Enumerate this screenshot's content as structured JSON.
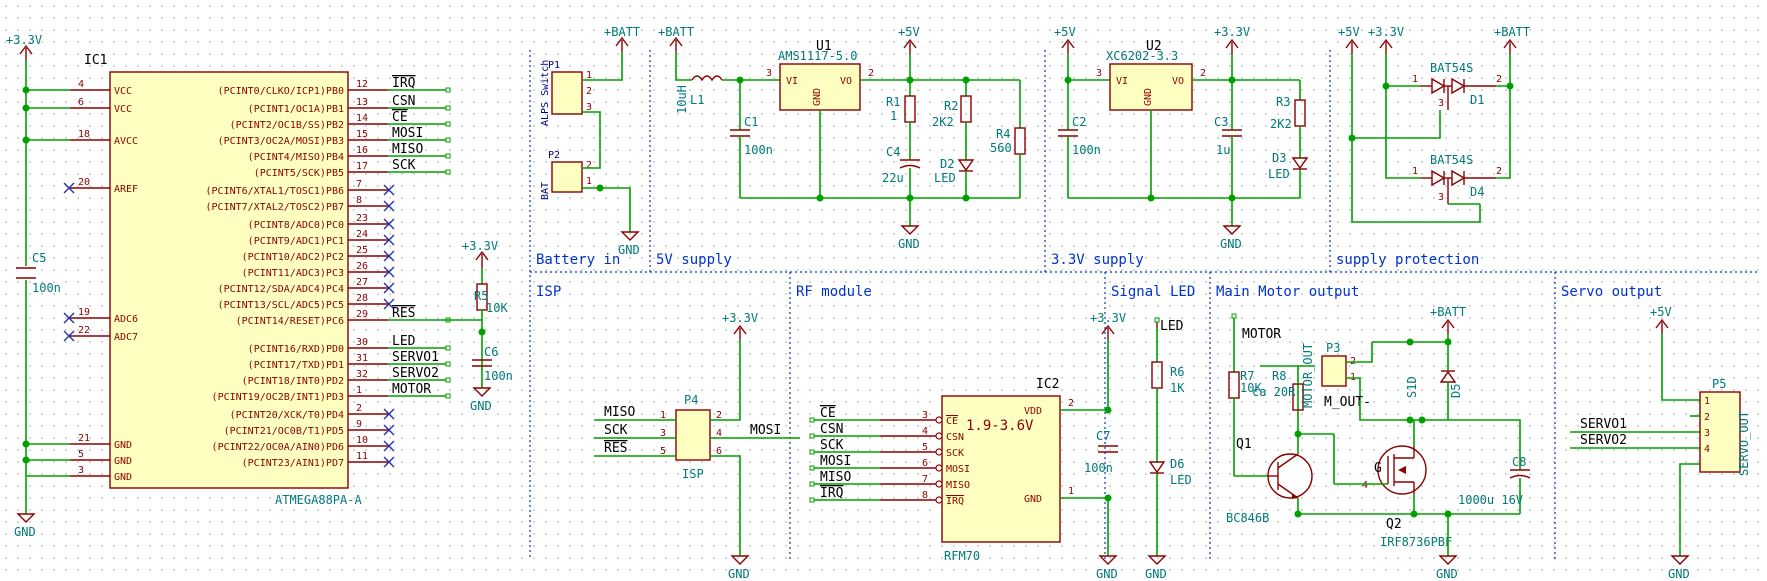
{
  "sections": [
    {
      "label": "Battery in"
    },
    {
      "label": "5V supply"
    },
    {
      "label": "3.3V supply"
    },
    {
      "label": "supply protection"
    },
    {
      "label": "ISP"
    },
    {
      "label": "RF module"
    },
    {
      "label": "Signal LED"
    },
    {
      "label": "Main Motor output"
    },
    {
      "label": "Servo output"
    }
  ],
  "power": {
    "v33": "+3.3V",
    "v5": "+5V",
    "batt": "+BATT",
    "gnd": "GND"
  },
  "ic1": {
    "ref": "IC1",
    "part": "ATMEGA88PA-A",
    "left_pins": [
      {
        "num": "4",
        "name": "VCC"
      },
      {
        "num": "6",
        "name": "VCC"
      },
      {
        "num": "18",
        "name": "AVCC"
      },
      {
        "num": "20",
        "name": "AREF"
      },
      {
        "num": "19",
        "name": "ADC6"
      },
      {
        "num": "22",
        "name": "ADC7"
      },
      {
        "num": "21",
        "name": "GND"
      },
      {
        "num": "5",
        "name": "GND"
      },
      {
        "num": "3",
        "name": "GND"
      }
    ],
    "right_pins": [
      {
        "num": "12",
        "name": "(PCINT0/CLKO/ICP1)PB0",
        "net": "IRQ"
      },
      {
        "num": "13",
        "name": "(PCINT1/OC1A)PB1",
        "net": "CSN"
      },
      {
        "num": "14",
        "name": "(PCINT2/OC1B/SS)PB2",
        "net": "CE"
      },
      {
        "num": "15",
        "name": "(PCINT3/OC2A/MOSI)PB3",
        "net": "MOSI"
      },
      {
        "num": "16",
        "name": "(PCINT4/MISO)PB4",
        "net": "MISO"
      },
      {
        "num": "17",
        "name": "(PCINT5/SCK)PB5",
        "net": "SCK"
      },
      {
        "num": "7",
        "name": "(PCINT6/XTAL1/TOSC1)PB6",
        "net": ""
      },
      {
        "num": "8",
        "name": "(PCINT7/XTAL2/TOSC2)PB7",
        "net": ""
      },
      {
        "num": "23",
        "name": "(PCINT8/ADC0)PC0",
        "net": ""
      },
      {
        "num": "24",
        "name": "(PCINT9/ADC1)PC1",
        "net": ""
      },
      {
        "num": "25",
        "name": "(PCINT10/ADC2)PC2",
        "net": ""
      },
      {
        "num": "26",
        "name": "(PCINT11/ADC3)PC3",
        "net": ""
      },
      {
        "num": "27",
        "name": "(PCINT12/SDA/ADC4)PC4",
        "net": ""
      },
      {
        "num": "28",
        "name": "(PCINT13/SCL/ADC5)PC5",
        "net": ""
      },
      {
        "num": "29",
        "name": "(PCINT14/RESET)PC6",
        "net": "RES"
      },
      {
        "num": "30",
        "name": "(PCINT16/RXD)PD0",
        "net": "LED"
      },
      {
        "num": "31",
        "name": "(PCINT17/TXD)PD1",
        "net": "SERVO1"
      },
      {
        "num": "32",
        "name": "(PCINT18/INT0)PD2",
        "net": "SERVO2"
      },
      {
        "num": "1",
        "name": "(PCINT19/OC2B/INT1)PD3",
        "net": "MOTOR"
      },
      {
        "num": "2",
        "name": "(PCINT20/XCK/T0)PD4",
        "net": ""
      },
      {
        "num": "9",
        "name": "(PCINT21/OC0B/T1)PD5",
        "net": ""
      },
      {
        "num": "10",
        "name": "(PCINT22/OC0A/AIN0)PD6",
        "net": ""
      },
      {
        "num": "11",
        "name": "(PCINT23/AIN1)PD7",
        "net": ""
      }
    ]
  },
  "parts": {
    "c5": {
      "ref": "C5",
      "val": "100n"
    },
    "r5": {
      "ref": "R5",
      "val": "10K"
    },
    "c6": {
      "ref": "C6",
      "val": "100n"
    },
    "p1": {
      "ref": "P1",
      "val": "ALPS Switch"
    },
    "p2": {
      "ref": "P2",
      "val": "BAT"
    },
    "u1": {
      "ref": "U1",
      "val": "AMS1117-5.0",
      "vi": "VI",
      "vo": "VO",
      "gnd": "GND"
    },
    "l1": {
      "ref": "L1",
      "val": "10uH"
    },
    "c1": {
      "ref": "C1",
      "val": "100n"
    },
    "r1": {
      "ref": "R1",
      "val": "1"
    },
    "c4": {
      "ref": "C4",
      "val": "22u"
    },
    "r2": {
      "ref": "R2",
      "val": "2K2"
    },
    "d2": {
      "ref": "D2",
      "val": "LED"
    },
    "r4": {
      "ref": "R4",
      "val": "560"
    },
    "u2": {
      "ref": "U2",
      "val": "XC6202-3.3",
      "vi": "VI",
      "vo": "VO",
      "gnd": "GND"
    },
    "c2": {
      "ref": "C2",
      "val": "100n"
    },
    "c3": {
      "ref": "C3",
      "val": "1u"
    },
    "r3": {
      "ref": "R3",
      "val": "2K2"
    },
    "d3": {
      "ref": "D3",
      "val": "LED"
    },
    "d1": {
      "ref": "D1",
      "val": "BAT54S"
    },
    "d4": {
      "ref": "D4",
      "val": "BAT54S"
    },
    "p4": {
      "ref": "P4",
      "val": "ISP"
    },
    "ic2": {
      "ref": "IC2",
      "val": "RFM70",
      "range": "1.9-3.6V",
      "vdd": "VDD",
      "gnd": "GND",
      "pins": [
        {
          "num": "3",
          "name": "CE"
        },
        {
          "num": "4",
          "name": "CSN"
        },
        {
          "num": "5",
          "name": "SCK"
        },
        {
          "num": "6",
          "name": "MOSI"
        },
        {
          "num": "7",
          "name": "MISO"
        },
        {
          "num": "8",
          "name": "IRQ"
        }
      ]
    },
    "c7": {
      "ref": "C7",
      "val": "100n"
    },
    "r6": {
      "ref": "R6",
      "val": "1K"
    },
    "d6": {
      "ref": "D6",
      "val": "LED"
    },
    "r7": {
      "ref": "R7",
      "val": "10K"
    },
    "r8": {
      "ref": "R8",
      "val": "ca 20R"
    },
    "p3": {
      "ref": "P3",
      "val": "MOTOR_OUT"
    },
    "d5": {
      "ref": "D5",
      "val": "S1D"
    },
    "q1": {
      "ref": "Q1",
      "val": "BC846B"
    },
    "q2": {
      "ref": "Q2",
      "val": "IRF8736PBF"
    },
    "c8": {
      "ref": "C8",
      "val": "1000u 16V"
    },
    "p5": {
      "ref": "P5",
      "val": "SERVO_OUT"
    }
  },
  "nets": {
    "isp_miso": "MISO",
    "isp_sck": "SCK",
    "isp_res": "RES",
    "isp_mosi": "MOSI",
    "rf_ce": "CE",
    "rf_csn": "CSN",
    "rf_sck": "SCK",
    "rf_mosi": "MOSI",
    "rf_miso": "MISO",
    "rf_irq": "IRQ",
    "led": "LED",
    "motor": "MOTOR",
    "m_out": "M_OUT-",
    "servo1": "SERVO1",
    "servo2": "SERVO2"
  }
}
